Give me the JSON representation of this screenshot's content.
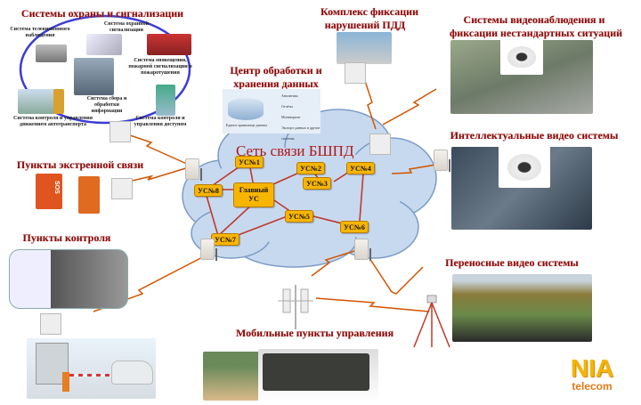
{
  "sections": {
    "security": {
      "title": "Системы охраны и сигнализации",
      "items": [
        "Система телевизионного наблюдения",
        "Система охранной сигнализации",
        "Система оповещения, пожарной сигнализации и пожаротушения",
        "Система сбора и обработки информации",
        "Система контроля и управления доступом",
        "Система контроля и управления движением автотранспорта"
      ]
    },
    "traffic": {
      "title_line1": "Комплекс фиксации",
      "title_line2": "нарушений ПДД"
    },
    "datacenter": {
      "title_line1": "Центр обработки и",
      "title_line2": "хранения данных",
      "storage_label": "Единое хранилище данных",
      "outputs": [
        "Аналитика",
        "Отчёты",
        "Мониторинг",
        "Экспорт данных в другие системы"
      ]
    },
    "video": {
      "title_line1": "Системы видеонаблюдения и",
      "title_line2": "фиксации нестандартных ситуаций"
    },
    "intellectual": {
      "title": "Интеллектуальные видео системы"
    },
    "emergency": {
      "title": "Пункты экстренной связи",
      "sos_label": "SOS"
    },
    "control_points": {
      "title": "Пункты контроля"
    },
    "portable": {
      "title": "Переносные  видео системы"
    },
    "mobile": {
      "title": "Мобильные пункты управления"
    }
  },
  "network": {
    "title": "Сеть связи БШПД",
    "main_node": {
      "line1": "Главный",
      "line2": "УС"
    },
    "nodes": [
      "УС№1",
      "УС№2",
      "УС№3",
      "УС№4",
      "УС№5",
      "УС№6",
      "УС№7",
      "УС№8"
    ]
  },
  "logo": {
    "brand": "NIA",
    "sub": "telecom"
  },
  "colors": {
    "title": "#8b0a0a",
    "node": "#f7b500",
    "cloud": "#c7d9ee",
    "link": "#c0392b",
    "bolt": "#f39c12"
  }
}
